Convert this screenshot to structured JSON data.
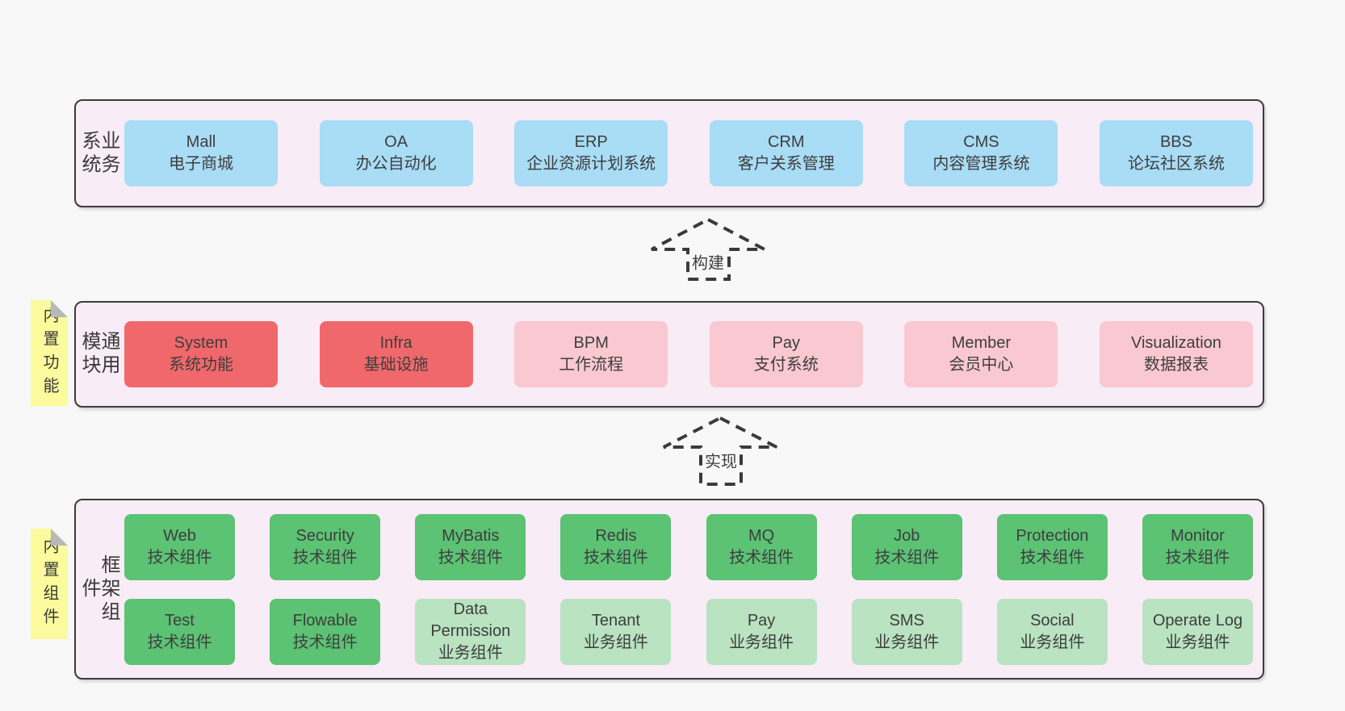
{
  "colors": {
    "page_bg": "#f8f8f8",
    "band_bg": "#f8ecf6",
    "band_border": "#3c3c3c",
    "blue": "#a9dcf5",
    "red": "#f1686c",
    "pink": "#fac8d1",
    "green": "#5cc274",
    "lightgreen": "#b9e3c1",
    "note_yellow": "#fbfb9e",
    "fold_grey": "#b8b8b8",
    "text": "#3e3e3e"
  },
  "bands": [
    {
      "label": "业务系统",
      "boxes": [
        {
          "title": "Mall",
          "subtitle": "电子商城",
          "color": "blue"
        },
        {
          "title": "OA",
          "subtitle": "办公自动化",
          "color": "blue"
        },
        {
          "title": "ERP",
          "subtitle": "企业资源计划系统",
          "color": "blue"
        },
        {
          "title": "CRM",
          "subtitle": "客户关系管理",
          "color": "blue"
        },
        {
          "title": "CMS",
          "subtitle": "内容管理系统",
          "color": "blue"
        },
        {
          "title": "BBS",
          "subtitle": "论坛社区系统",
          "color": "blue"
        }
      ]
    },
    {
      "label": "通用模块",
      "note": "内置功能",
      "boxes": [
        {
          "title": "System",
          "subtitle": "系统功能",
          "color": "red"
        },
        {
          "title": "Infra",
          "subtitle": "基础设施",
          "color": "red"
        },
        {
          "title": "BPM",
          "subtitle": "工作流程",
          "color": "pink"
        },
        {
          "title": "Pay",
          "subtitle": "支付系统",
          "color": "pink"
        },
        {
          "title": "Member",
          "subtitle": "会员中心",
          "color": "pink"
        },
        {
          "title": "Visualization",
          "subtitle": "数据报表",
          "color": "pink"
        }
      ]
    },
    {
      "label": "框架组件",
      "note": "内置组件",
      "rows": [
        [
          {
            "title": "Web",
            "subtitle": "技术组件",
            "color": "green"
          },
          {
            "title": "Security",
            "subtitle": "技术组件",
            "color": "green"
          },
          {
            "title": "MyBatis",
            "subtitle": "技术组件",
            "color": "green"
          },
          {
            "title": "Redis",
            "subtitle": "技术组件",
            "color": "green"
          },
          {
            "title": "MQ",
            "subtitle": "技术组件",
            "color": "green"
          },
          {
            "title": "Job",
            "subtitle": "技术组件",
            "color": "green"
          },
          {
            "title": "Protection",
            "subtitle": "技术组件",
            "color": "green"
          },
          {
            "title": "Monitor",
            "subtitle": "技术组件",
            "color": "green"
          }
        ],
        [
          {
            "title": "Test",
            "subtitle": "技术组件",
            "color": "green"
          },
          {
            "title": "Flowable",
            "subtitle": "技术组件",
            "color": "green"
          },
          {
            "title": "Data Permission",
            "subtitle": "业务组件",
            "color": "lightgreen"
          },
          {
            "title": "Tenant",
            "subtitle": "业务组件",
            "color": "lightgreen"
          },
          {
            "title": "Pay",
            "subtitle": "业务组件",
            "color": "lightgreen"
          },
          {
            "title": "SMS",
            "subtitle": "业务组件",
            "color": "lightgreen"
          },
          {
            "title": "Social",
            "subtitle": "业务组件",
            "color": "lightgreen"
          },
          {
            "title": "Operate Log",
            "subtitle": "业务组件",
            "color": "lightgreen"
          }
        ]
      ]
    }
  ],
  "arrows": [
    {
      "label": "构建"
    },
    {
      "label": "实现"
    }
  ]
}
